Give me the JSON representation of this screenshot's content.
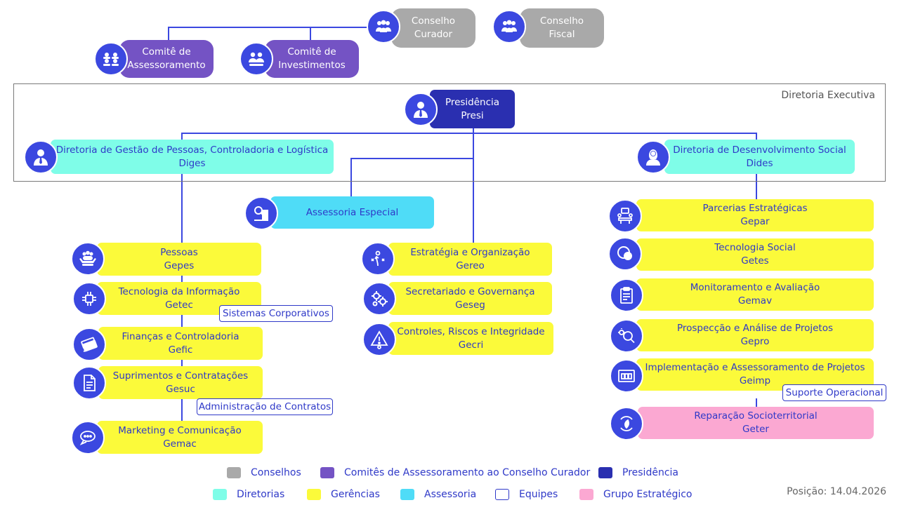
{
  "frame_label": "Diretoria Executiva",
  "position_date": "Posição: 14.04.2026",
  "colors": {
    "conselho": "#a9a9a9",
    "comite": "#7453c4",
    "presidencia": "#2a2fb0",
    "diretoria": "#7ffde8",
    "gerencia": "#fbfa3a",
    "assessoria": "#4fdcf7",
    "grupo": "#fba8d2",
    "line": "#3b48e0",
    "icon": "#3b48e0"
  },
  "nodes": {
    "conselho_curador": {
      "l1": "Conselho",
      "l2": "Curador",
      "icon": "group-icon"
    },
    "conselho_fiscal": {
      "l1": "Conselho",
      "l2": "Fiscal",
      "icon": "group-icon"
    },
    "comite_assess": {
      "l1": "Comitê de",
      "l2": "Assessoramento",
      "icon": "group-icon"
    },
    "comite_invest": {
      "l1": "Comitê de",
      "l2": "Investimentos",
      "icon": "group-icon"
    },
    "presidencia": {
      "l1": "Presidência",
      "l2": "Presi",
      "icon": "executive-icon"
    },
    "diges": {
      "l1": "Diretoria de Gestão de Pessoas, Controladoria e Logística",
      "l2": "Diges",
      "icon": "man-icon"
    },
    "dides": {
      "l1": "Diretoria de Desenvolvimento Social",
      "l2": "Dides",
      "icon": "woman-icon"
    },
    "assessoria": {
      "l1": "Assessoria Especial",
      "icon": "magnifier-icon"
    },
    "gepes": {
      "l1": "Pessoas",
      "l2": "Gepes",
      "icon": "people-hands-icon"
    },
    "getec": {
      "l1": "Tecnologia da Informação",
      "l2": "Getec",
      "icon": "circuit-icon"
    },
    "gefic": {
      "l1": "Finanças e Controladoria",
      "l2": "Gefic",
      "icon": "money-icon"
    },
    "gesuc": {
      "l1": "Suprimentos e Contratações",
      "l2": "Gesuc",
      "icon": "document-icon"
    },
    "gemac": {
      "l1": "Marketing e Comunicação",
      "l2": "Gemac",
      "icon": "chat-icon"
    },
    "gereo": {
      "l1": "Estratégia e Organização",
      "l2": "Gereo",
      "icon": "strategy-icon"
    },
    "geseg": {
      "l1": "Secretariado e Governança",
      "l2": "Geseg",
      "icon": "gears-icon"
    },
    "gecri": {
      "l1": "Controles, Riscos e Integridade",
      "l2": "Gecri",
      "icon": "warning-icon"
    },
    "gepar": {
      "l1": "Parcerias Estratégicas",
      "l2": "Gepar",
      "icon": "meeting-icon"
    },
    "getes": {
      "l1": "Tecnologia Social",
      "l2": "Getes",
      "icon": "circles-icon"
    },
    "gemav": {
      "l1": "Monitoramento e Avaliação",
      "l2": "Gemav",
      "icon": "clipboard-icon"
    },
    "gepro": {
      "l1": "Prospecção e Análise de Projetos",
      "l2": "Gepro",
      "icon": "search-idea-icon"
    },
    "geimp": {
      "l1": "Implementação e Assessoramento de Projetos",
      "l2": "Geimp",
      "icon": "calendar-icon"
    },
    "geter": {
      "l1": "Reparação Socioterritorial",
      "l2": "Geter",
      "icon": "globe-leaf-icon"
    }
  },
  "teams": {
    "sistemas": "Sistemas Corporativos",
    "contratos": "Administração de Contratos",
    "suporte": "Suporte Operacional"
  },
  "legend": {
    "conselhos": "Conselhos",
    "comites": "Comitês de Assessoramento ao Conselho Curador",
    "presidencia": "Presidência",
    "diretorias": "Diretorias",
    "gerencias": "Gerências",
    "assessoria": "Assessoria",
    "equipes": "Equipes",
    "grupo": "Grupo Estratégico"
  }
}
